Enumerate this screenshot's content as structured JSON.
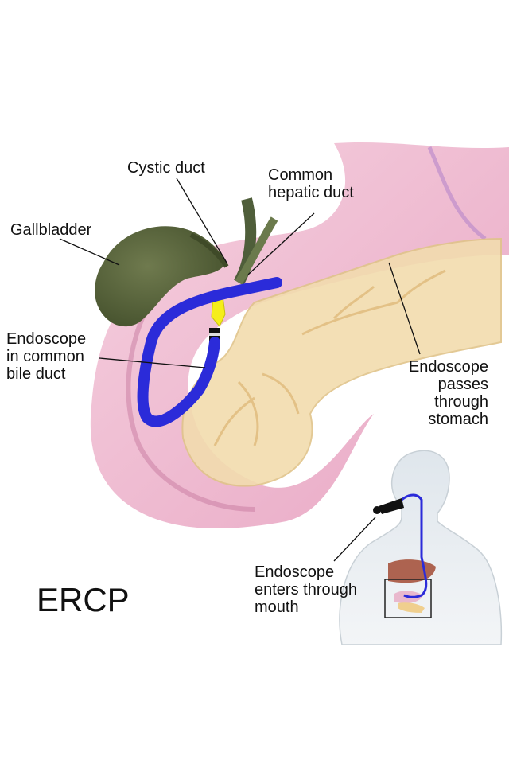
{
  "title": "ERCP",
  "labels": {
    "cystic_duct": "Cystic duct",
    "common_hepatic_duct": [
      "Common",
      "hepatic duct"
    ],
    "gallbladder": "Gallbladder",
    "endoscope_bile_duct": [
      "Endoscope",
      "in common",
      "bile duct"
    ],
    "endoscope_stomach": [
      "Endoscope",
      "passes",
      "through",
      "stomach"
    ],
    "endoscope_mouth": [
      "Endoscope",
      "enters through",
      "mouth"
    ]
  },
  "colors": {
    "stomach": "#e8a6c4",
    "pancreas": "#f2dcae",
    "gallbladder": "#5b6540",
    "endoscope": "#2b2bd9",
    "stone": "#f5ee1a",
    "liver": "#a24a33"
  },
  "icons": [
    "gallbladder-organ",
    "stomach-organ",
    "pancreas-organ",
    "endoscope-tube",
    "human-torso",
    "endoscope-handle"
  ]
}
